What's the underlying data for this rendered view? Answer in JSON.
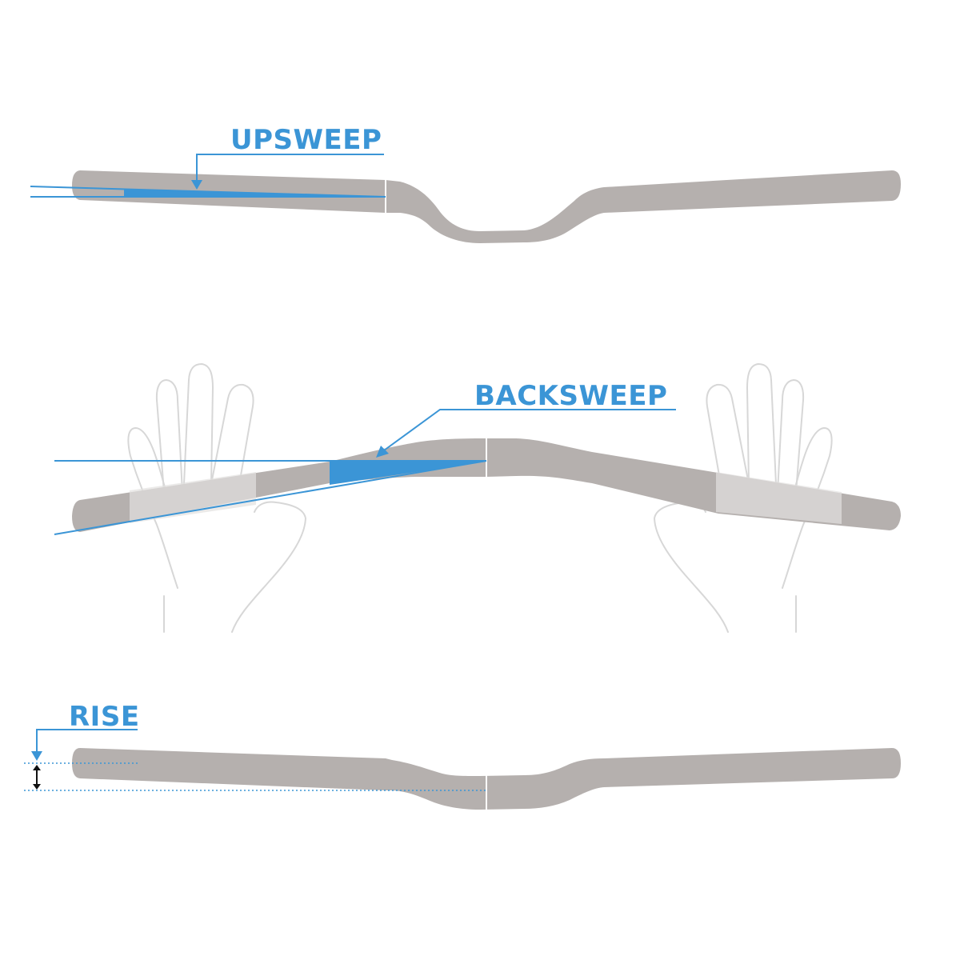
{
  "labels": {
    "upsweep": "UPSWEEP",
    "backsweep": "BACKSWEEP",
    "rise": "RISE"
  },
  "colors": {
    "accent": "#3b95d6",
    "bar": "#b5b0ae",
    "grip_overlay": "#e3e1e0",
    "hand_outline": "#d7d7d7",
    "rise_arrow": "#111111"
  },
  "icons": {
    "upsweep_pointer": "arrow-down-icon",
    "backsweep_pointer": "arrow-down-left-icon",
    "rise_pointer": "arrow-down-icon",
    "rise_measure": "double-arrow-vertical-icon"
  }
}
